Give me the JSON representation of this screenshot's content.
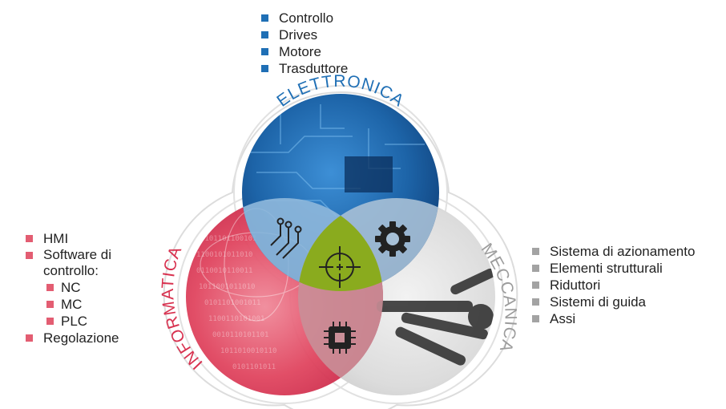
{
  "colors": {
    "elettronica": "#1f6fb5",
    "informatica": "#d8314f",
    "meccanica": "#9c9c9c",
    "center": "#8aab1e"
  },
  "circles": {
    "top_label": "ELETTRONICA",
    "left_label": "INFORMATICA",
    "right_label": "MECCANICA"
  },
  "icons": [
    "circuit-icon",
    "gear-icon",
    "crosshair-icon",
    "chip-icon"
  ],
  "elettronica_items": [
    "Controllo",
    "Drives",
    "Motore",
    "Trasduttore"
  ],
  "informatica_items": {
    "hmi": "HMI",
    "software": "Software di controllo:",
    "nc": "NC",
    "mc": "MC",
    "plc": "PLC",
    "regolazione": "Regolazione"
  },
  "meccanica_items": [
    "Sistema di azionamento",
    "Elementi strutturali",
    "Riduttori",
    "Sistemi di guida",
    "Assi"
  ]
}
